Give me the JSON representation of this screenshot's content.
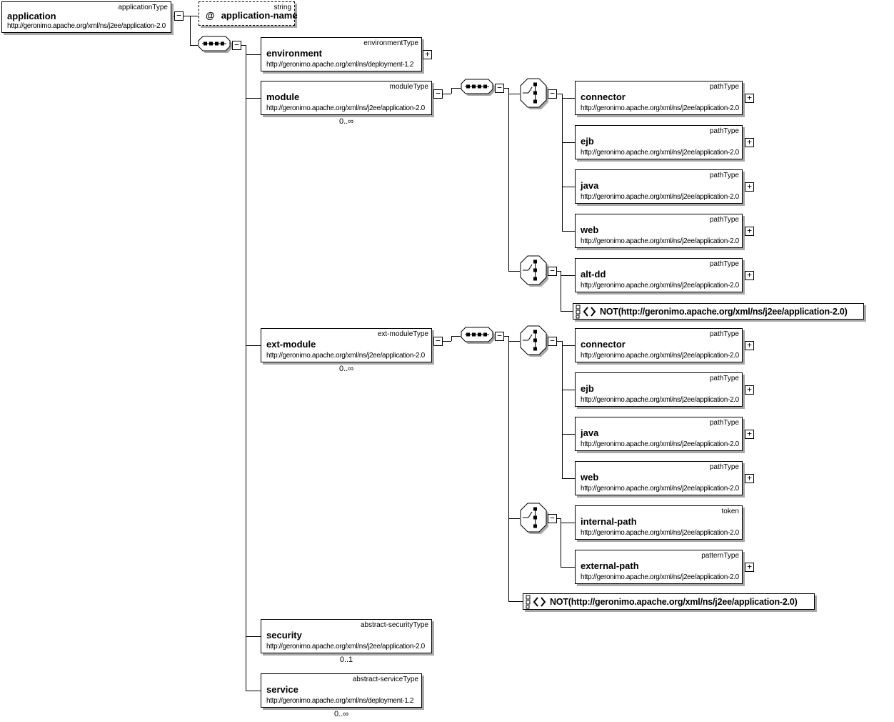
{
  "symbols": {
    "collapse": "−",
    "expand": "+"
  },
  "boxes": {
    "application": {
      "name": "application",
      "type": "applicationType",
      "ns": "http://geronimo.apache.org/xml/ns/j2ee/application-2.0"
    },
    "application_name": {
      "marker": "@",
      "name": "application-name",
      "type": "string"
    },
    "environment": {
      "name": "environment",
      "type": "environmentType",
      "ns": "http://geronimo.apache.org/xml/ns/deployment-1.2"
    },
    "module": {
      "name": "module",
      "type": "moduleType",
      "ns": "http://geronimo.apache.org/xml/ns/j2ee/application-2.0",
      "occurs": "0..∞"
    },
    "m_connector": {
      "name": "connector",
      "type": "pathType",
      "ns": "http://geronimo.apache.org/xml/ns/j2ee/application-2.0"
    },
    "m_ejb": {
      "name": "ejb",
      "type": "pathType",
      "ns": "http://geronimo.apache.org/xml/ns/j2ee/application-2.0"
    },
    "m_java": {
      "name": "java",
      "type": "pathType",
      "ns": "http://geronimo.apache.org/xml/ns/j2ee/application-2.0"
    },
    "m_web": {
      "name": "web",
      "type": "pathType",
      "ns": "http://geronimo.apache.org/xml/ns/j2ee/application-2.0"
    },
    "alt_dd": {
      "name": "alt-dd",
      "type": "pathType",
      "ns": "http://geronimo.apache.org/xml/ns/j2ee/application-2.0"
    },
    "m_not": {
      "label": "NOT(http://geronimo.apache.org/xml/ns/j2ee/application-2.0)"
    },
    "ext_module": {
      "name": "ext-module",
      "type": "ext-moduleType",
      "ns": "http://geronimo.apache.org/xml/ns/j2ee/application-2.0",
      "occurs": "0..∞"
    },
    "x_connector": {
      "name": "connector",
      "type": "pathType",
      "ns": "http://geronimo.apache.org/xml/ns/j2ee/application-2.0"
    },
    "x_ejb": {
      "name": "ejb",
      "type": "pathType",
      "ns": "http://geronimo.apache.org/xml/ns/j2ee/application-2.0"
    },
    "x_java": {
      "name": "java",
      "type": "pathType",
      "ns": "http://geronimo.apache.org/xml/ns/j2ee/application-2.0"
    },
    "x_web": {
      "name": "web",
      "type": "pathType",
      "ns": "http://geronimo.apache.org/xml/ns/j2ee/application-2.0"
    },
    "internal_path": {
      "name": "internal-path",
      "type": "token",
      "ns": "http://geronimo.apache.org/xml/ns/j2ee/application-2.0"
    },
    "external_path": {
      "name": "external-path",
      "type": "patternType",
      "ns": "http://geronimo.apache.org/xml/ns/j2ee/application-2.0"
    },
    "x_not": {
      "label": "NOT(http://geronimo.apache.org/xml/ns/j2ee/application-2.0)"
    },
    "security": {
      "name": "security",
      "type": "abstract-securityType",
      "ns": "http://geronimo.apache.org/xml/ns/j2ee/application-2.0",
      "occurs": "0..1"
    },
    "service": {
      "name": "service",
      "type": "abstract-serviceType",
      "ns": "http://geronimo.apache.org/xml/ns/deployment-1.2",
      "occurs": "0..∞"
    }
  }
}
